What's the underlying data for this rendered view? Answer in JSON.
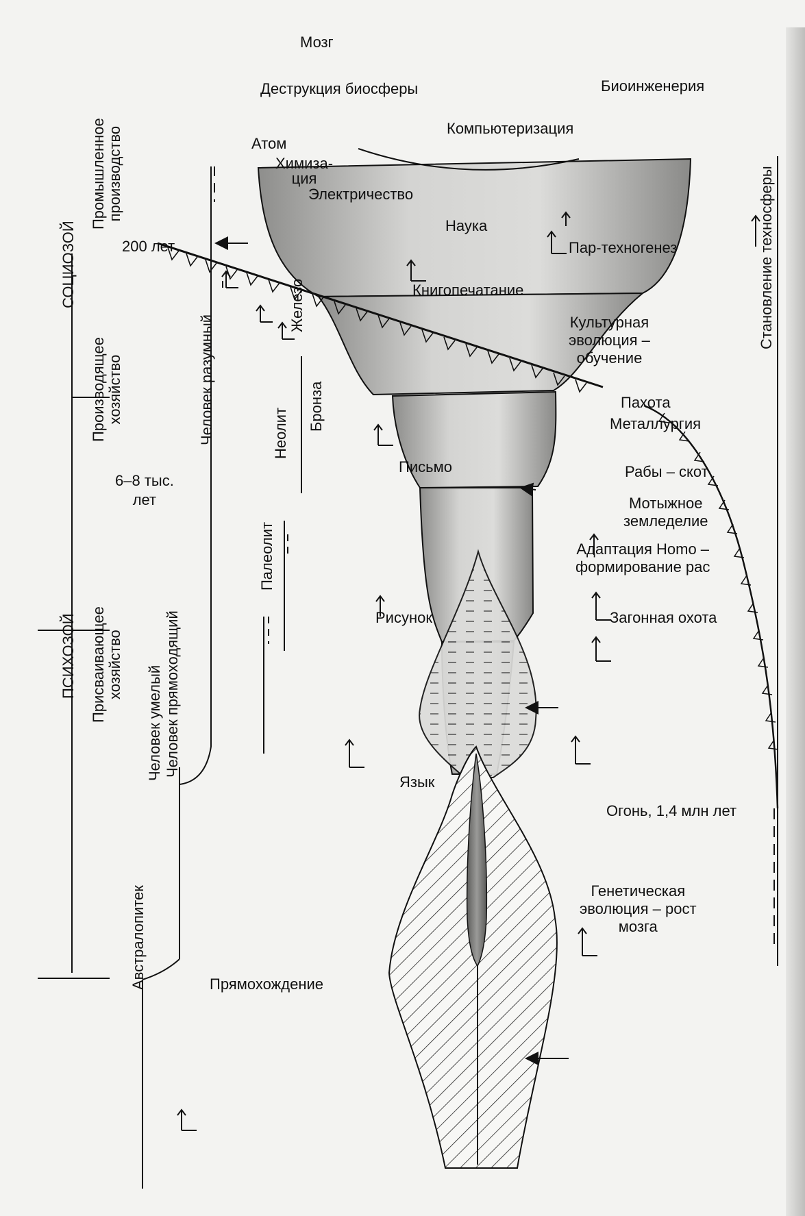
{
  "top_labels": {
    "brain": "Мозг",
    "biosphere_destruction": "Деструкция биосферы",
    "bioengineering": "Биоинженерия",
    "computerization": "Компьютеризация",
    "atom": "Атом",
    "chemization": "Химиза-\nция",
    "electricity": "Электричество",
    "science": "Наука",
    "steam_technogenesis": "Пар-техногенез",
    "book_printing": "Книгопечатание",
    "cultural_evolution": "Культурная\nэволюция –\nобучение",
    "writing": "Письмо",
    "drawing": "Рисунок",
    "language": "Язык",
    "upright_walking": "Прямохождение",
    "genetic_evolution": "Генетическая\nэволюция – рост\nмозга"
  },
  "right_labels": {
    "plowing": "Пахота",
    "metallurgy": "Металлургия",
    "slaves_cattle": "Рабы – скот",
    "hoe_farming": "Мотыжное\nземледелие",
    "adaptation": "Адаптация Homo –\nформирование рас",
    "driven_hunt": "Загонная охота",
    "fire": "Огонь, 1,4 млн  лет"
  },
  "left_labels": {
    "years_200": "200 лет",
    "years_6_8k": "6–8 тыс.\nлет"
  },
  "vertical_labels": {
    "industrial_production": "Промышленное\nпроизводство",
    "sociozoic": "СОЦИОЗОЙ",
    "producing_economy": "Производящее\nхозяйство",
    "psychozoic": "ПСИХОЗОЙ",
    "appropriating_economy": "Присваивающее\nхозяйство",
    "homo_sapiens": "Человек разумный",
    "homo_habilis": "Человек умелый",
    "homo_erectus": "Человек прямоходящий",
    "australopithecus": "Австралопитек",
    "paleolith": "Палеолит",
    "neolith": "Неолит",
    "bronze": "Бронза",
    "iron": "Железо",
    "technosphere": "Становление техносферы"
  },
  "colors": {
    "funnel_fill": "#c9c9c7",
    "funnel_shade": "#8e8e8c",
    "ink": "#111111",
    "paper": "#f3f3f1"
  }
}
